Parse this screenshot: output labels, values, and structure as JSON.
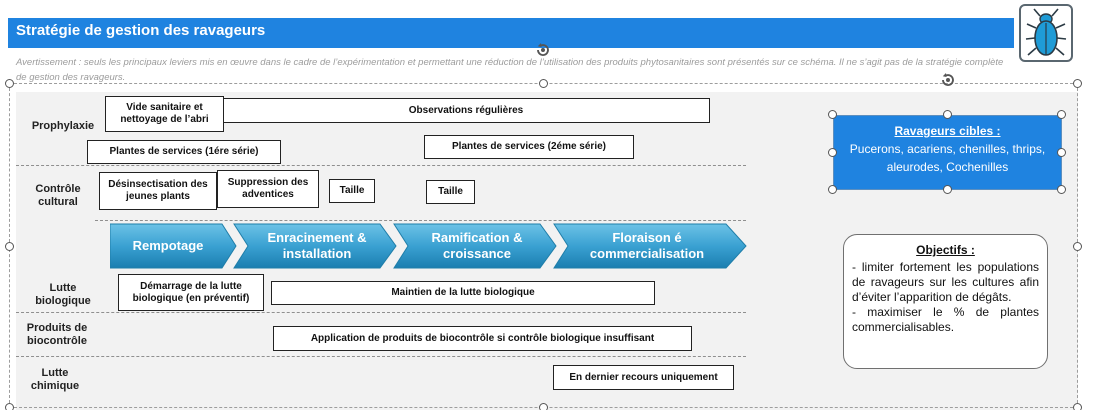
{
  "title": "Stratégie de gestion des ravageurs",
  "warning": "Avertissement : seuls les principaux leviers mis en œuvre dans le cadre de l’expérimentation et permettant une réduction de l’utilisation des produits phytosanitaires sont présentés sur ce schéma. Il ne s’agit pas de la stratégie complète de gestion des ravageurs.",
  "icon": "beetle-icon",
  "colors": {
    "title_bar": "#1f83e0",
    "chevron_top": "#58b7e0",
    "chevron_bottom": "#1a7fb0",
    "panel": "#f2f2f2"
  },
  "rows": [
    {
      "label": "Prophylaxie"
    },
    {
      "label": "Contrôle cultural"
    },
    {
      "label": "Lutte biologique"
    },
    {
      "label": "Produits de biocontrôle"
    },
    {
      "label": "Lutte chimique"
    }
  ],
  "boxes": {
    "vide_sanitaire": "Vide sanitaire et nettoyage de l’abri",
    "observations": "Observations régulières",
    "plantes_services_1": "Plantes de services (1ére série)",
    "plantes_services_2": "Plantes de services (2éme série)",
    "desinsectisation": "Désinsectisation des jeunes plants",
    "suppression": "Suppression des adventices",
    "taille_1": "Taille",
    "taille_2": "Taille",
    "demarrage": "Démarrage de la lutte biologique (en préventif)",
    "maintien": "Maintien de la lutte biologique",
    "application": "Application de produits de biocontrôle  si contrôle biologique insuffisant",
    "dernier_recours": "En dernier recours uniquement"
  },
  "phases": [
    {
      "label": "Rempotage"
    },
    {
      "label": "Enracinement & installation"
    },
    {
      "label": "Ramification & croissance"
    },
    {
      "label": "Floraison é commercialisation"
    }
  ],
  "ravageurs": {
    "title": "Ravageurs cibles :",
    "text": "Pucerons, acariens, chenilles, thrips, aleurodes, Cochenilles"
  },
  "objectifs": {
    "title": "Objectifs :",
    "items": [
      "- limiter fortement les populations de ravageurs sur les cultures afin d’éviter l’apparition de dégâts.",
      "- maximiser le % de plantes commercialisables."
    ]
  }
}
